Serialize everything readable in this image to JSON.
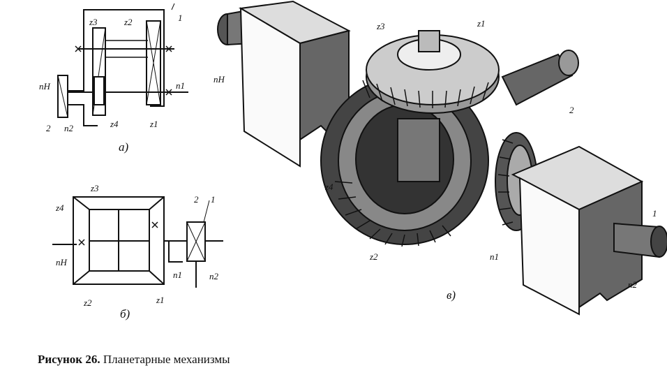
{
  "caption": {
    "figure": "Рисунок 26.",
    "title": "Планетарные механизмы"
  },
  "diagram_a": {
    "panel_label": "а)",
    "labels": {
      "z3": "z3",
      "z2": "z2",
      "one": "1",
      "nh": "nH",
      "n1": "n1",
      "two": "2",
      "n2": "n2",
      "z4": "z4",
      "z1": "z1"
    }
  },
  "diagram_b": {
    "panel_label": "б)",
    "labels": {
      "z3": "z3",
      "z4": "z4",
      "nh": "nH",
      "two": "2",
      "one": "1",
      "n1": "n1",
      "n2": "n2",
      "z2": "z2",
      "z1": "z1"
    }
  },
  "diagram_c": {
    "panel_label": "в)",
    "labels": {
      "z3": "z3",
      "z1": "z1",
      "nh": "nH",
      "two": "2",
      "z4": "z4",
      "z2": "z2",
      "n1": "n1",
      "one": "1",
      "n2": "n2"
    }
  }
}
